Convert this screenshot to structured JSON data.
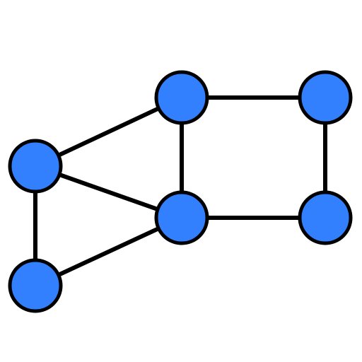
{
  "graph": {
    "colors": {
      "node_fill": "#3380ff",
      "stroke": "#000000",
      "background": "#ffffff"
    },
    "nodes": [
      {
        "id": "n1"
      },
      {
        "id": "n2"
      },
      {
        "id": "n3"
      },
      {
        "id": "n4"
      },
      {
        "id": "n5"
      },
      {
        "id": "n6"
      }
    ],
    "edges": [
      {
        "from": "n1",
        "to": "n2"
      },
      {
        "from": "n1",
        "to": "n4"
      },
      {
        "from": "n1",
        "to": "n5"
      },
      {
        "from": "n2",
        "to": "n3"
      },
      {
        "from": "n2",
        "to": "n4"
      },
      {
        "from": "n3",
        "to": "n6"
      },
      {
        "from": "n4",
        "to": "n5"
      },
      {
        "from": "n4",
        "to": "n6"
      }
    ]
  }
}
